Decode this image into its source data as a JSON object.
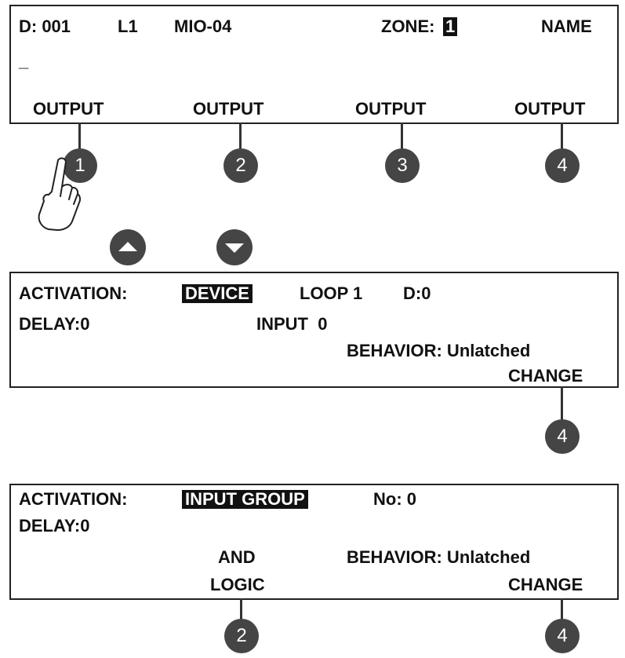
{
  "screen1": {
    "device": "D: 001",
    "loop": "L1",
    "model": "MIO-04",
    "zone_label": "ZONE:",
    "zone_value": "1",
    "name_label": "NAME",
    "cursor": "_",
    "softkeys": [
      "OUTPUT",
      "OUTPUT",
      "OUTPUT",
      "OUTPUT"
    ]
  },
  "keys": [
    "1",
    "2",
    "3",
    "4"
  ],
  "nav": {
    "up_icon": "arrow-up",
    "down_icon": "arrow-down"
  },
  "screen2": {
    "activation_label": "ACTIVATION:",
    "activation_value": "DEVICE",
    "loop": "LOOP 1",
    "device": "D:0",
    "delay": "DELAY:0",
    "input": "INPUT  0",
    "behavior": "BEHAVIOR: Unlatched",
    "change": "CHANGE",
    "key": "4"
  },
  "screen3": {
    "activation_label": "ACTIVATION:",
    "activation_value": "INPUT GROUP",
    "number": "No: 0",
    "delay": "DELAY:0",
    "logic_line1": "AND",
    "logic_line2": "LOGIC",
    "behavior": "BEHAVIOR: Unlatched",
    "change": "CHANGE",
    "key_logic": "2",
    "key_change": "4"
  },
  "colors": {
    "key_fill": "#454545",
    "line": "#222222"
  }
}
